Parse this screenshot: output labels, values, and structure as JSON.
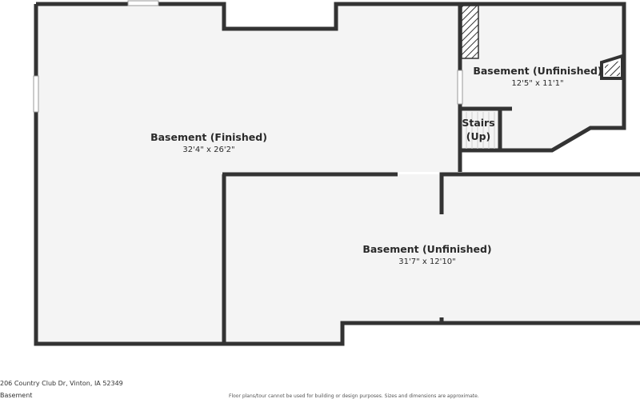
{
  "rooms": {
    "finished": {
      "name": "Basement (Finished)",
      "dims": "32'4\" x 26'2\""
    },
    "unfinished_large": {
      "name": "Basement (Unfinished)",
      "dims": "31'7\" x 12'10\""
    },
    "unfinished_small": {
      "name": "Basement (Unfinished)",
      "dims": "12'5\" x 11'1\""
    },
    "stairs": {
      "line1": "Stairs",
      "line2": "(Up)"
    }
  },
  "footer": {
    "address": "206 Country Club Dr, Vinton, IA 52349",
    "level": "Basement",
    "disclaimer": "Floor plans/tour cannot be used for building or design purposes. Sizes and dimensions are approximate."
  },
  "colors": {
    "wall": "#333333",
    "floor": "#f4f4f4",
    "background": "#ffffff"
  }
}
